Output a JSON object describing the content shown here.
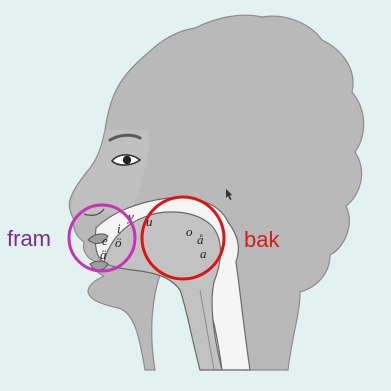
{
  "labels": {
    "front": "fram",
    "back": "bak"
  },
  "vowels": {
    "i": "i",
    "y": "y",
    "u": "u",
    "e": "e",
    "o_umlaut": "ö",
    "a_umlaut": "ä",
    "o": "o",
    "a_ring": "å",
    "a": "a"
  },
  "colors": {
    "background": "#e3f1f1",
    "head": "#b9b9b9",
    "head_outline": "#8c8c8c",
    "front_circle": "#c832b4",
    "back_circle": "#dc1414",
    "front_label": "#7a2d8c",
    "back_label": "#d21e1e"
  }
}
